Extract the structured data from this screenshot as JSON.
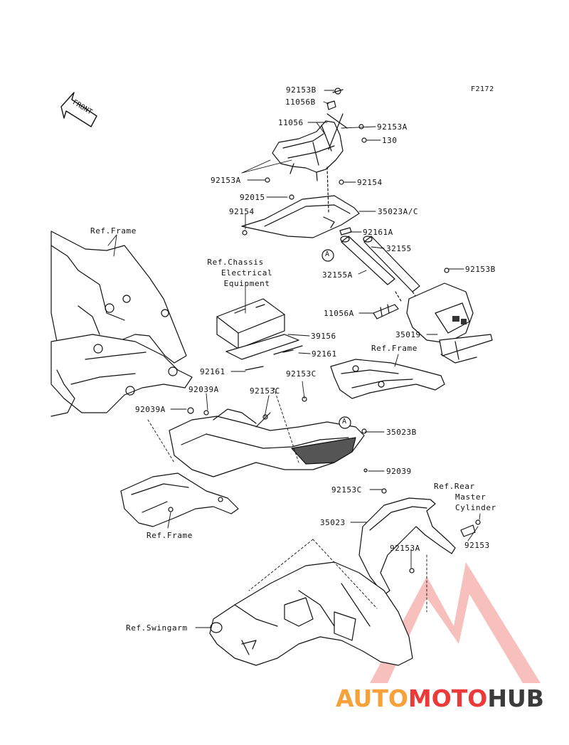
{
  "figure_code": "F2172",
  "front_arrow": "FRONT",
  "part_labels": [
    {
      "id": "p1",
      "text": "92153B"
    },
    {
      "id": "p2",
      "text": "11056B"
    },
    {
      "id": "p3",
      "text": "11056"
    },
    {
      "id": "p4",
      "text": "92153A"
    },
    {
      "id": "p5",
      "text": "130"
    },
    {
      "id": "p6",
      "text": "92153A"
    },
    {
      "id": "p7",
      "text": "92154"
    },
    {
      "id": "p8",
      "text": "92015"
    },
    {
      "id": "p9",
      "text": "35023A/C"
    },
    {
      "id": "p10",
      "text": "92154"
    },
    {
      "id": "p11",
      "text": "92161A"
    },
    {
      "id": "p12",
      "text": "32155"
    },
    {
      "id": "p13",
      "text": "92153B"
    },
    {
      "id": "p14",
      "text": "32155A"
    },
    {
      "id": "p15",
      "text": "11056A"
    },
    {
      "id": "p16",
      "text": "35019"
    },
    {
      "id": "p17",
      "text": "39156"
    },
    {
      "id": "p18",
      "text": "92161"
    },
    {
      "id": "p19",
      "text": "92161"
    },
    {
      "id": "p20",
      "text": "92153C"
    },
    {
      "id": "p21",
      "text": "92039A"
    },
    {
      "id": "p22",
      "text": "92153C"
    },
    {
      "id": "p23",
      "text": "92039A"
    },
    {
      "id": "p24",
      "text": "35023B"
    },
    {
      "id": "p25",
      "text": "92039"
    },
    {
      "id": "p26",
      "text": "92153C"
    },
    {
      "id": "p27",
      "text": "35023"
    },
    {
      "id": "p28",
      "text": "92153"
    },
    {
      "id": "p29",
      "text": "92153A"
    }
  ],
  "reference_labels": [
    {
      "id": "r1",
      "lines": [
        "Ref.Frame"
      ]
    },
    {
      "id": "r2",
      "lines": [
        "Ref.Chassis",
        "Electrical",
        "Equipment"
      ]
    },
    {
      "id": "r3",
      "lines": [
        "Ref.Frame"
      ]
    },
    {
      "id": "r4",
      "lines": [
        "Ref.Frame"
      ]
    },
    {
      "id": "r5",
      "lines": [
        "Ref.Rear",
        "Master",
        "Cylinder"
      ]
    },
    {
      "id": "r6",
      "lines": [
        "Ref.Swingarm"
      ]
    }
  ],
  "callout_marks": [
    "A",
    "A"
  ],
  "watermark": {
    "part1": "AUTO",
    "part2": "MOTO",
    "part3": "HUB",
    "colors": {
      "orange": "#f7a13a",
      "red": "#ec3a3a",
      "dark": "#3b3b3b"
    }
  }
}
